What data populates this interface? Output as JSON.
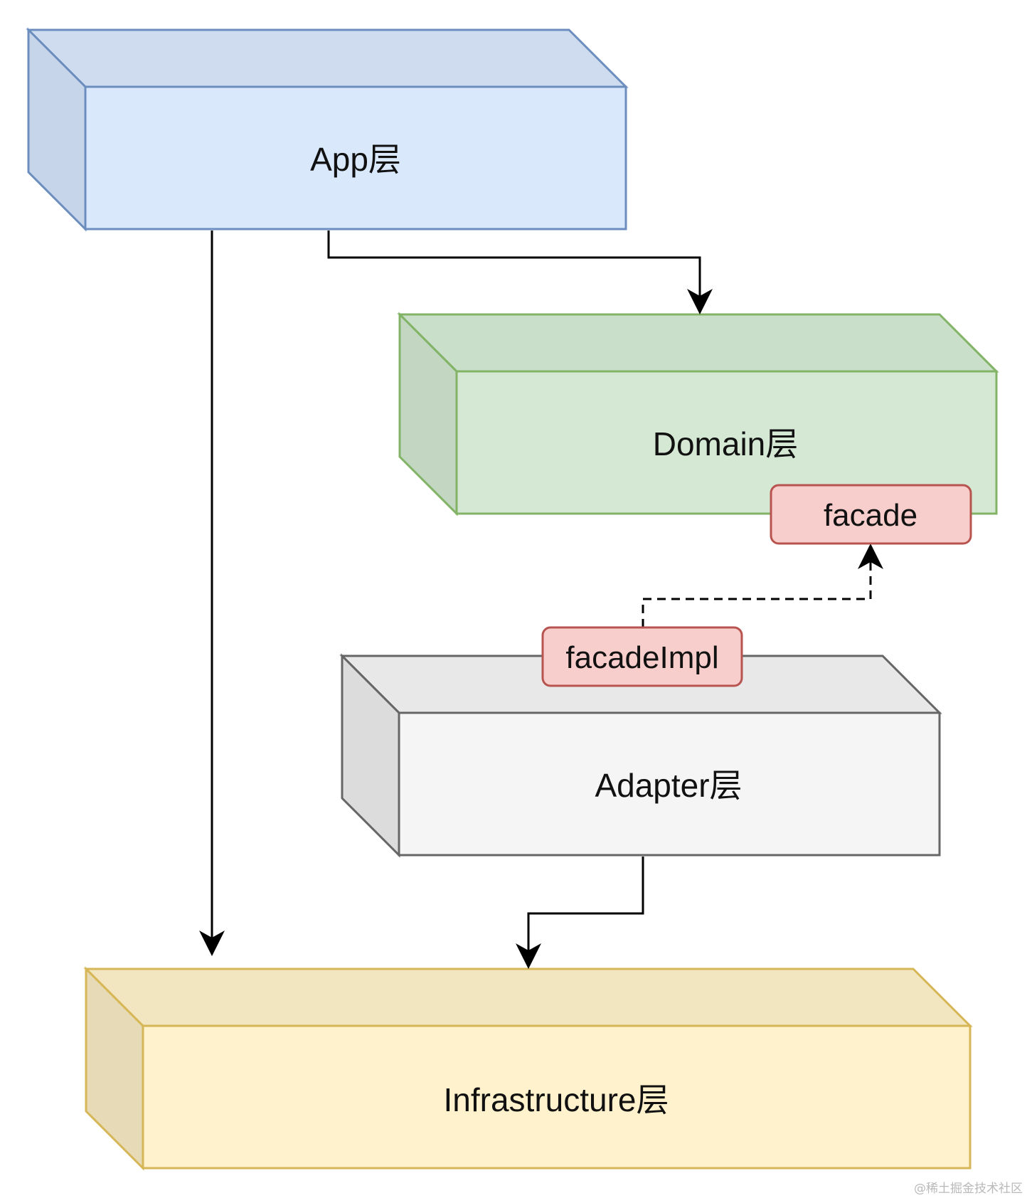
{
  "layers": {
    "app": {
      "label": "App层",
      "colors": {
        "front": "#dae8fc",
        "side": "#c7d5ea",
        "top": "#cfdcef",
        "stroke": "#6c8ebf"
      }
    },
    "domain": {
      "label": "Domain层",
      "colors": {
        "front": "#d5e8d4",
        "side": "#c2d6c1",
        "top": "#cadfc9",
        "stroke": "#82b366"
      }
    },
    "adapter": {
      "label": "Adapter层",
      "colors": {
        "front": "#f5f5f5",
        "side": "#dcdcdc",
        "top": "#e8e8e8",
        "stroke": "#666666"
      }
    },
    "infrastructure": {
      "label": "Infrastructure层",
      "colors": {
        "front": "#fff2cc",
        "side": "#e6dbb6",
        "top": "#f2e6c0",
        "stroke": "#d6b656"
      }
    }
  },
  "components": {
    "facade": {
      "label": "facade",
      "fill": "#f8cecc",
      "stroke": "#b85450"
    },
    "facade_impl": {
      "label": "facadeImpl",
      "fill": "#f8cecc",
      "stroke": "#b85450"
    }
  },
  "connectors": {
    "line_color": "#000000",
    "edges": [
      {
        "from": "app",
        "to": "domain",
        "style": "solid"
      },
      {
        "from": "app",
        "to": "infrastructure",
        "style": "solid"
      },
      {
        "from": "adapter",
        "to": "infrastructure",
        "style": "solid"
      },
      {
        "from": "facade_impl",
        "to": "facade",
        "style": "dashed"
      }
    ]
  },
  "watermark": {
    "text": "@稀土掘金技术社区"
  }
}
